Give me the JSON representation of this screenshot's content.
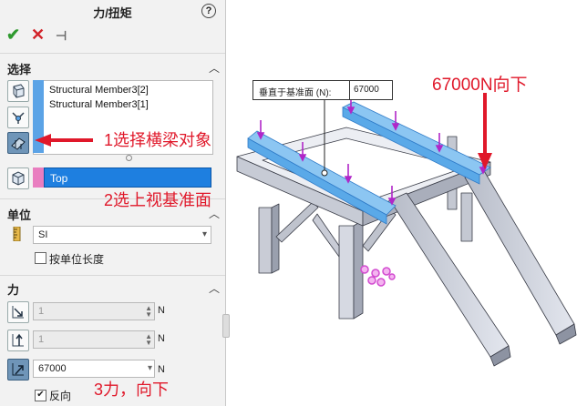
{
  "panel": {
    "title": "力/扭矩",
    "help": "?",
    "ok": "✔",
    "cancel": "✕",
    "pin": "⊣"
  },
  "selection": {
    "header": "选择",
    "items": [
      "Structural Member3[2]",
      "Structural Member3[1]"
    ],
    "plane": "Top"
  },
  "units": {
    "header": "单位",
    "system": "SI",
    "per_unit_length_label": "按单位长度"
  },
  "force": {
    "header": "力",
    "row1_value": "1",
    "row2_value": "1",
    "row3_value": "67000",
    "unit": "N",
    "reverse_label": "反向"
  },
  "viewport": {
    "callout_label": "垂直于基准面 (N):",
    "callout_value": "67000"
  },
  "annotations": {
    "step1": "1选择横梁对象",
    "step2": "2选上视基准面",
    "step3": "3力，向下",
    "force_note": "67000N向下"
  },
  "colors": {
    "accent_blue": "#1e7fe0",
    "selection_strip": "#5ba3e6",
    "plane_strip": "#e97ec0",
    "annotation_red": "#e0182a",
    "beam_highlight": "#8cc6f2",
    "load_arrow": "#b026c8"
  }
}
